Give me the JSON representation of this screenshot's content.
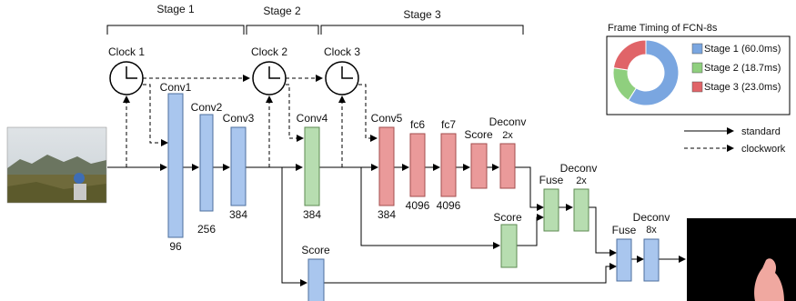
{
  "stages": {
    "stage1": "Stage 1",
    "stage2": "Stage 2",
    "stage3": "Stage 3"
  },
  "clocks": {
    "clock1": "Clock 1",
    "clock2": "Clock 2",
    "clock3": "Clock 3"
  },
  "layers": {
    "conv1": "Conv1",
    "conv2": "Conv2",
    "conv3": "Conv3",
    "conv4": "Conv4",
    "conv5": "Conv5",
    "fc6": "fc6",
    "fc7": "fc7",
    "score_main": "Score",
    "deconv1_line1": "Deconv",
    "deconv1_line2": "2x",
    "fuse1": "Fuse",
    "deconv2_line1": "Deconv",
    "deconv2_line2": "2x",
    "score_mid": "Score",
    "fuse2": "Fuse",
    "deconv3_line1": "Deconv",
    "deconv3_line2": "8x",
    "score_low": "Score"
  },
  "channels": {
    "conv1": "96",
    "conv2": "256",
    "conv3": "384",
    "conv4": "384",
    "conv5": "384",
    "fc6": "4096",
    "fc7": "4096"
  },
  "legend": {
    "standard": "standard",
    "clockwork": "clockwork"
  },
  "timing": {
    "title": "Frame Timing of FCN-8s",
    "items": [
      {
        "label": "Stage 1 (60.0ms)",
        "value": 60.0,
        "color": "#7aa6e0"
      },
      {
        "label": "Stage 2 (18.7ms)",
        "value": 18.7,
        "color": "#8fcf7e"
      },
      {
        "label": "Stage 3 (23.0ms)",
        "value": 23.0,
        "color": "#e06468"
      }
    ]
  },
  "colors": {
    "stage1": "#a9c6ee",
    "stage2": "#b7ddb0",
    "stage3": "#ea9a9a"
  }
}
